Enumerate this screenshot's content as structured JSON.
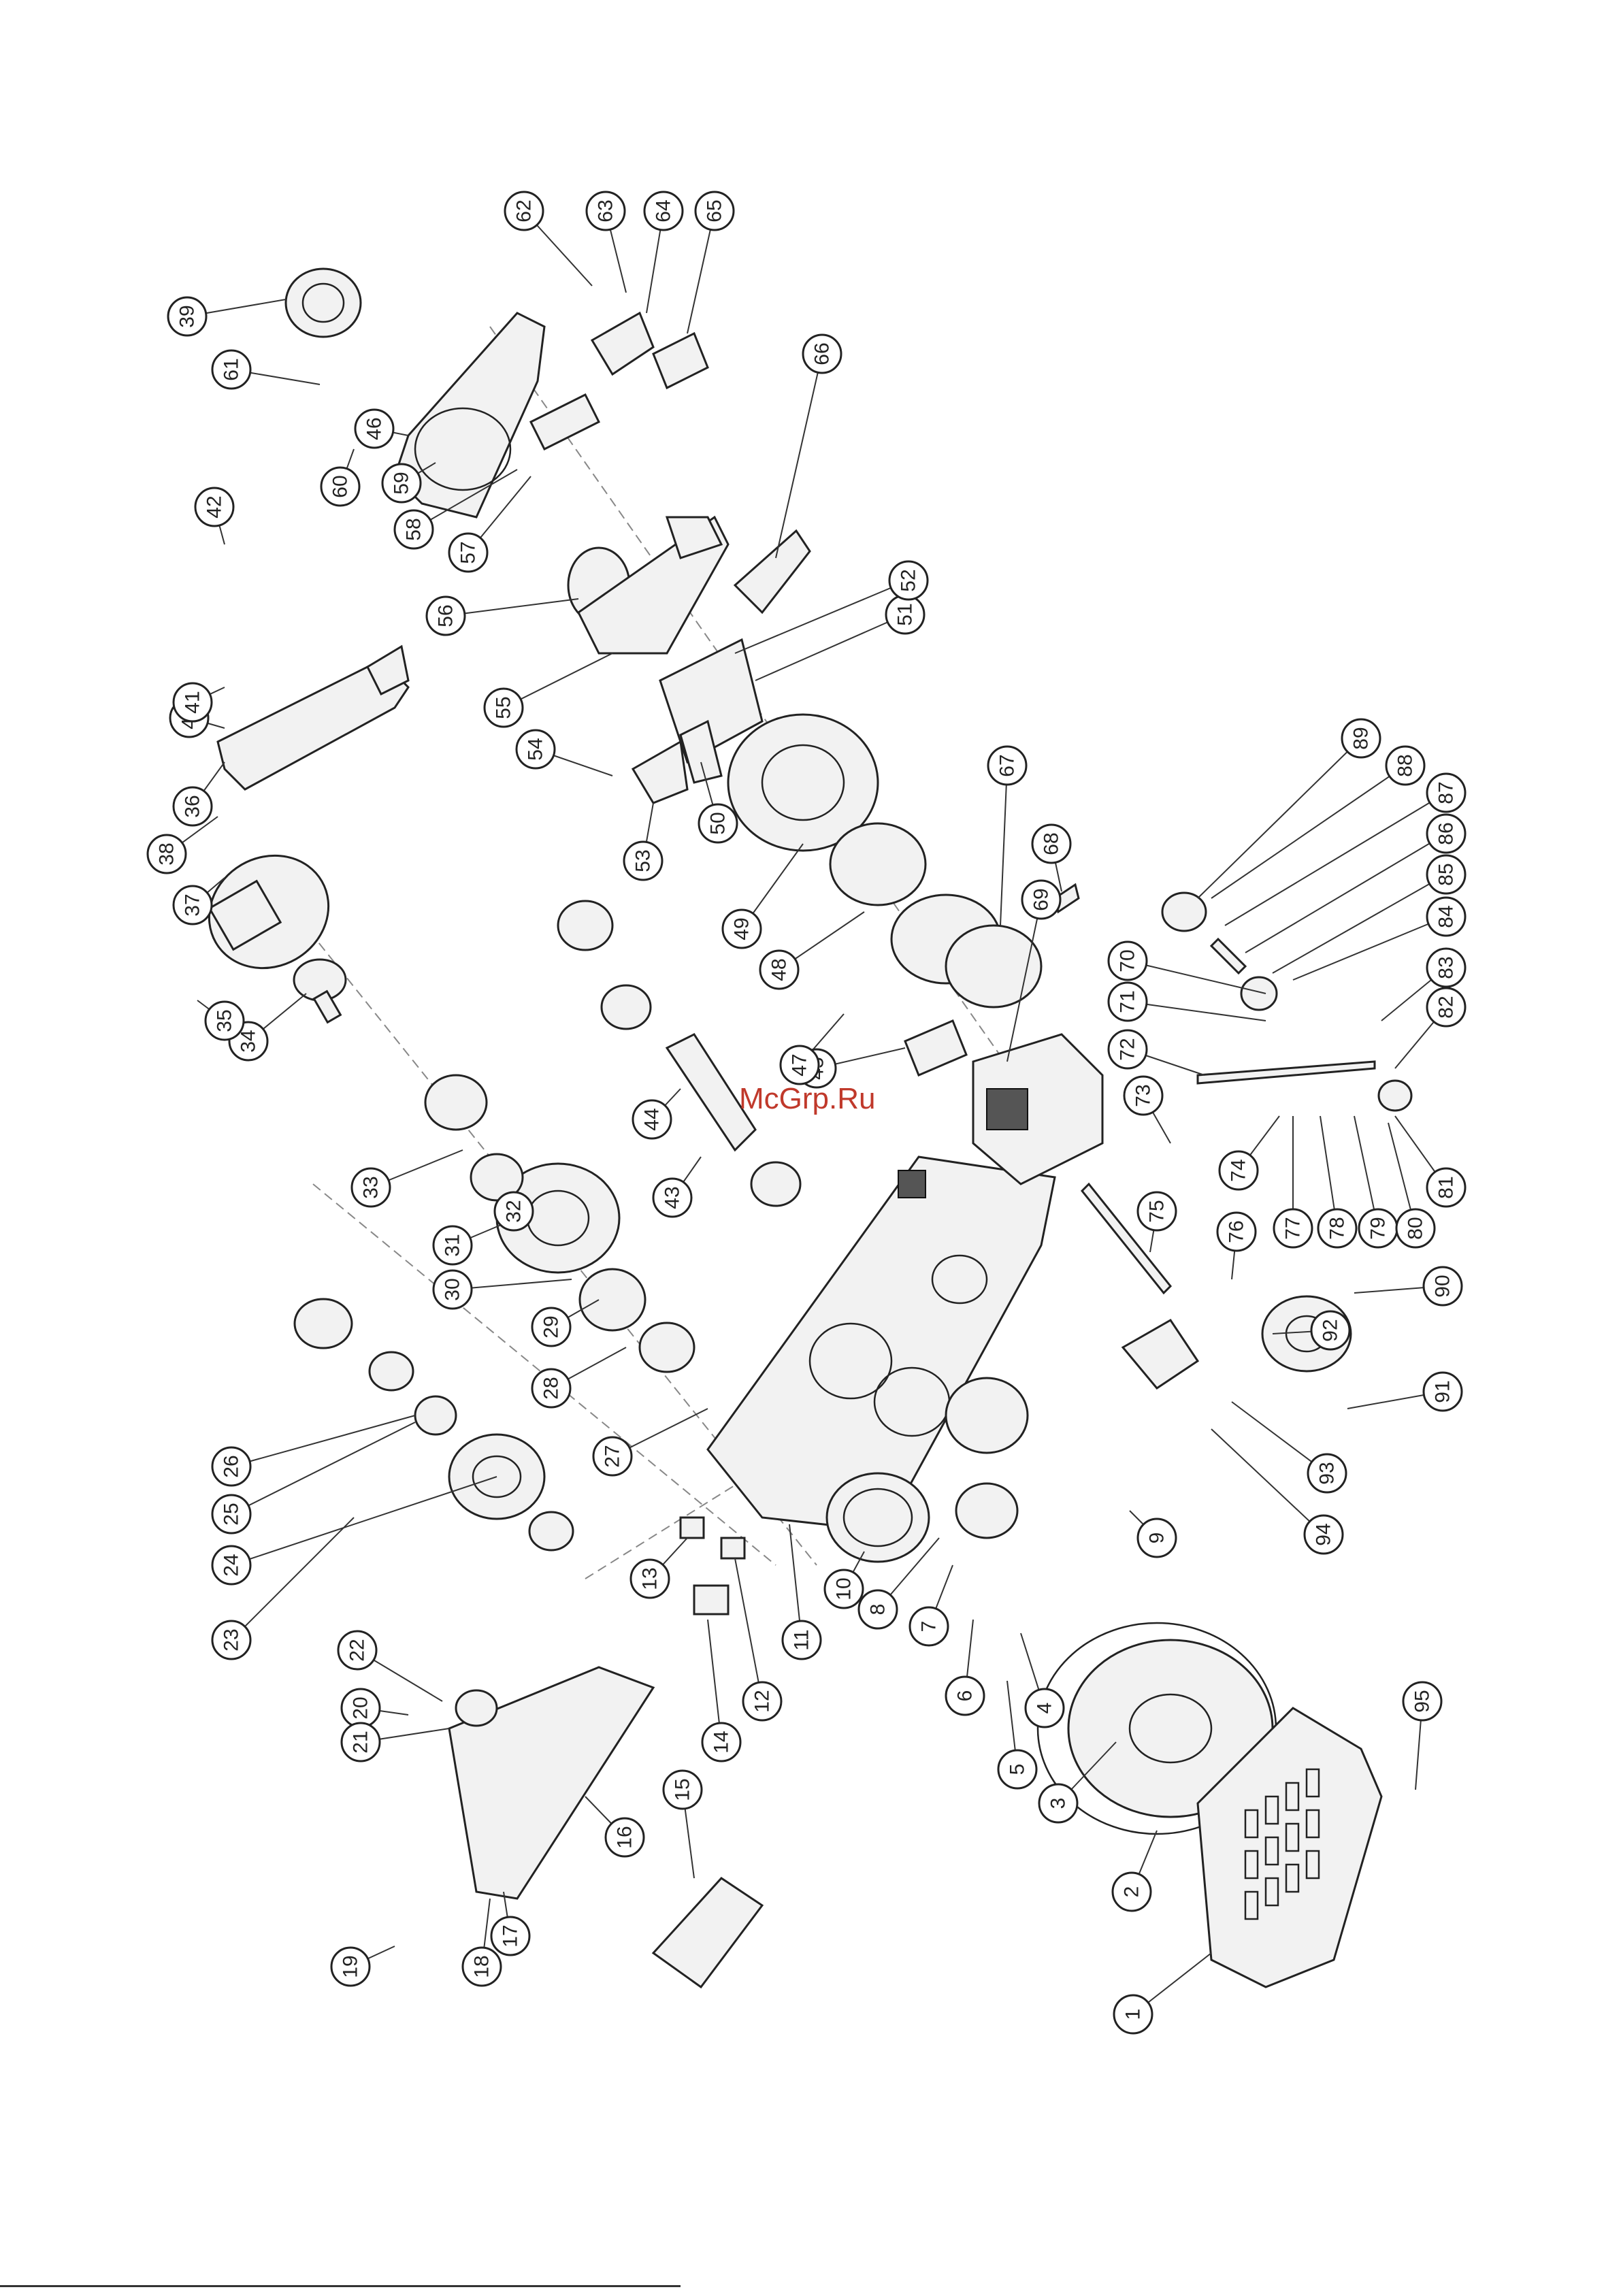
{
  "watermark": "McGrp.Ru",
  "callouts": [
    "1",
    "2",
    "3",
    "4",
    "5",
    "6",
    "7",
    "8",
    "9",
    "10",
    "11",
    "12",
    "13",
    "14",
    "15",
    "16",
    "17",
    "18",
    "19",
    "20",
    "21",
    "22",
    "23",
    "24",
    "25",
    "26",
    "27",
    "28",
    "29",
    "30",
    "31",
    "32",
    "33",
    "34",
    "35",
    "36",
    "37",
    "38",
    "39",
    "40",
    "41",
    "42",
    "43",
    "44",
    "45",
    "46",
    "47",
    "48",
    "49",
    "50",
    "51",
    "52",
    "53",
    "54",
    "55",
    "56",
    "57",
    "58",
    "59",
    "60",
    "61",
    "62",
    "63",
    "64",
    "65",
    "66",
    "67",
    "68",
    "69",
    "70",
    "71",
    "72",
    "73",
    "74",
    "75",
    "76",
    "77",
    "78",
    "79",
    "80",
    "81",
    "82",
    "83",
    "84",
    "85",
    "86",
    "87",
    "88",
    "89",
    "90",
    "91",
    "92",
    "93",
    "94",
    "95"
  ]
}
